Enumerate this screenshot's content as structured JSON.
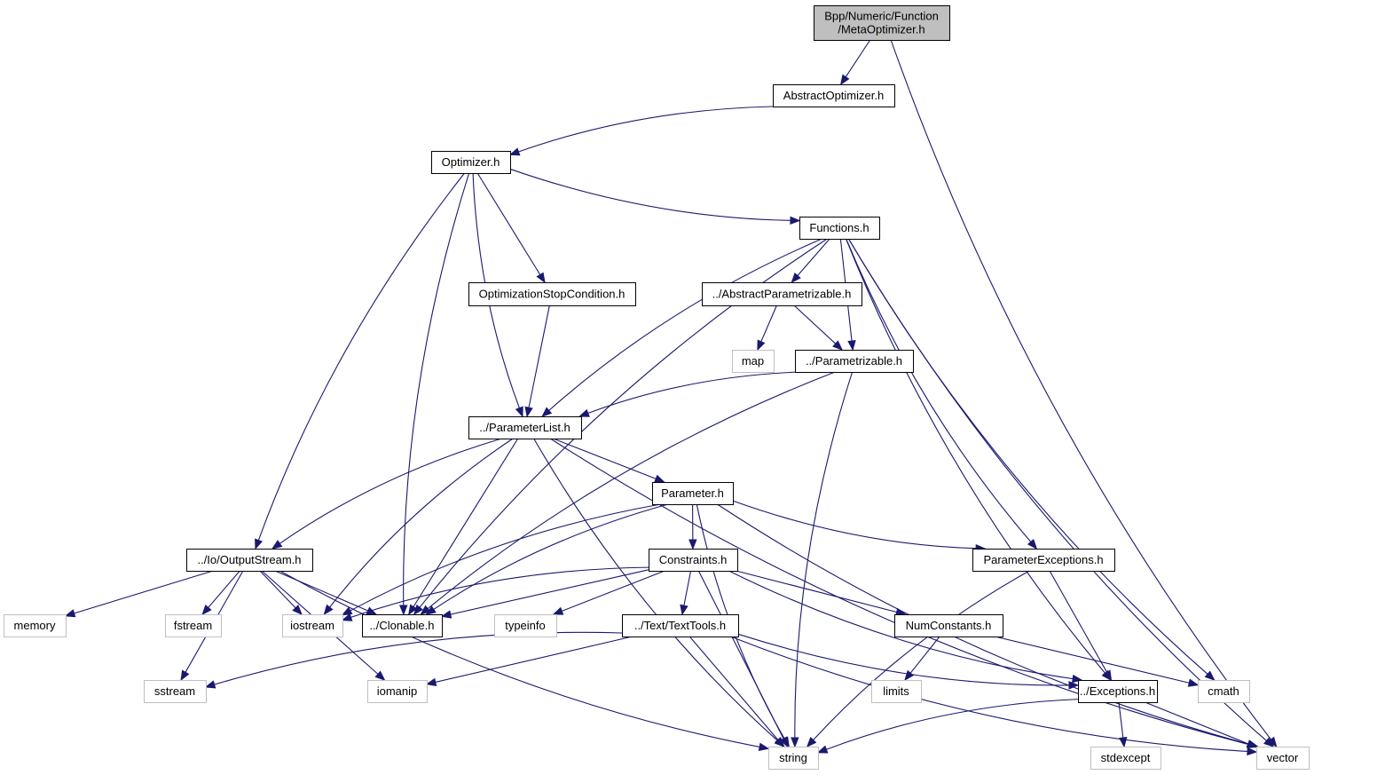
{
  "diagram": {
    "title": "Bpp/Numeric/Function/MetaOptimizer.h",
    "colors": {
      "edge": "#191970",
      "root_fill": "#bfbfbf",
      "documented_border": "#000000",
      "external_border": "#bfbfbf",
      "external_text": "#000000"
    },
    "nodes": [
      {
        "id": "root",
        "label": [
          "Bpp/Numeric/Function",
          "/MetaOptimizer.h"
        ],
        "kind": "root"
      },
      {
        "id": "abstractoptimizer",
        "label": [
          "AbstractOptimizer.h"
        ],
        "kind": "doc"
      },
      {
        "id": "optimizer",
        "label": [
          "Optimizer.h"
        ],
        "kind": "doc"
      },
      {
        "id": "functions",
        "label": [
          "Functions.h"
        ],
        "kind": "doc"
      },
      {
        "id": "optstop",
        "label": [
          "OptimizationStopCondition.h"
        ],
        "kind": "doc"
      },
      {
        "id": "abstractparam",
        "label": [
          "../AbstractParametrizable.h"
        ],
        "kind": "doc"
      },
      {
        "id": "map",
        "label": [
          "map"
        ],
        "kind": "ext"
      },
      {
        "id": "parametrizable",
        "label": [
          "../Parametrizable.h"
        ],
        "kind": "doc"
      },
      {
        "id": "parameterlist",
        "label": [
          "../ParameterList.h"
        ],
        "kind": "doc"
      },
      {
        "id": "parameter",
        "label": [
          "Parameter.h"
        ],
        "kind": "doc"
      },
      {
        "id": "outputstream",
        "label": [
          "../Io/OutputStream.h"
        ],
        "kind": "doc"
      },
      {
        "id": "constraints",
        "label": [
          "Constraints.h"
        ],
        "kind": "doc"
      },
      {
        "id": "paramexceptions",
        "label": [
          "ParameterExceptions.h"
        ],
        "kind": "doc"
      },
      {
        "id": "memory",
        "label": [
          "memory"
        ],
        "kind": "ext"
      },
      {
        "id": "fstream",
        "label": [
          "fstream"
        ],
        "kind": "ext"
      },
      {
        "id": "iostream",
        "label": [
          "iostream"
        ],
        "kind": "ext"
      },
      {
        "id": "clonable",
        "label": [
          "../Clonable.h"
        ],
        "kind": "doc"
      },
      {
        "id": "typeinfo",
        "label": [
          "typeinfo"
        ],
        "kind": "ext"
      },
      {
        "id": "texttools",
        "label": [
          "../Text/TextTools.h"
        ],
        "kind": "doc"
      },
      {
        "id": "numconstants",
        "label": [
          "NumConstants.h"
        ],
        "kind": "doc"
      },
      {
        "id": "sstream",
        "label": [
          "sstream"
        ],
        "kind": "ext"
      },
      {
        "id": "iomanip",
        "label": [
          "iomanip"
        ],
        "kind": "ext"
      },
      {
        "id": "limits",
        "label": [
          "limits"
        ],
        "kind": "ext"
      },
      {
        "id": "exceptions",
        "label": [
          "../Exceptions.h"
        ],
        "kind": "doc"
      },
      {
        "id": "cmath",
        "label": [
          "cmath"
        ],
        "kind": "ext"
      },
      {
        "id": "string",
        "label": [
          "string"
        ],
        "kind": "ext"
      },
      {
        "id": "stdexcept",
        "label": [
          "stdexcept"
        ],
        "kind": "ext"
      },
      {
        "id": "vector",
        "label": [
          "vector"
        ],
        "kind": "ext"
      }
    ],
    "edges": [
      [
        "root",
        "abstractoptimizer"
      ],
      [
        "root",
        "vector"
      ],
      [
        "abstractoptimizer",
        "optimizer"
      ],
      [
        "optimizer",
        "functions"
      ],
      [
        "optimizer",
        "optstop"
      ],
      [
        "optimizer",
        "parameterlist"
      ],
      [
        "optimizer",
        "outputstream"
      ],
      [
        "optimizer",
        "clonable"
      ],
      [
        "functions",
        "abstractparam"
      ],
      [
        "functions",
        "parametrizable"
      ],
      [
        "functions",
        "parameterlist"
      ],
      [
        "functions",
        "clonable"
      ],
      [
        "functions",
        "paramexceptions"
      ],
      [
        "functions",
        "exceptions"
      ],
      [
        "functions",
        "cmath"
      ],
      [
        "functions",
        "vector"
      ],
      [
        "optstop",
        "parameterlist"
      ],
      [
        "abstractparam",
        "map"
      ],
      [
        "abstractparam",
        "parametrizable"
      ],
      [
        "parametrizable",
        "parameterlist"
      ],
      [
        "parametrizable",
        "clonable"
      ],
      [
        "parametrizable",
        "string"
      ],
      [
        "parameterlist",
        "parameter"
      ],
      [
        "parameterlist",
        "outputstream"
      ],
      [
        "parameterlist",
        "iostream"
      ],
      [
        "parameterlist",
        "clonable"
      ],
      [
        "parameterlist",
        "string"
      ],
      [
        "parameterlist",
        "vector"
      ],
      [
        "parameter",
        "constraints"
      ],
      [
        "parameter",
        "paramexceptions"
      ],
      [
        "parameter",
        "iostream"
      ],
      [
        "parameter",
        "clonable"
      ],
      [
        "parameter",
        "string"
      ],
      [
        "parameter",
        "vector"
      ],
      [
        "outputstream",
        "memory"
      ],
      [
        "outputstream",
        "fstream"
      ],
      [
        "outputstream",
        "iostream"
      ],
      [
        "outputstream",
        "clonable"
      ],
      [
        "outputstream",
        "sstream"
      ],
      [
        "outputstream",
        "iomanip"
      ],
      [
        "outputstream",
        "string"
      ],
      [
        "constraints",
        "texttools"
      ],
      [
        "constraints",
        "numconstants"
      ],
      [
        "constraints",
        "iostream"
      ],
      [
        "constraints",
        "clonable"
      ],
      [
        "constraints",
        "typeinfo"
      ],
      [
        "constraints",
        "exceptions"
      ],
      [
        "constraints",
        "string"
      ],
      [
        "paramexceptions",
        "exceptions"
      ],
      [
        "paramexceptions",
        "string"
      ],
      [
        "texttools",
        "sstream"
      ],
      [
        "texttools",
        "iomanip"
      ],
      [
        "texttools",
        "exceptions"
      ],
      [
        "texttools",
        "string"
      ],
      [
        "texttools",
        "vector"
      ],
      [
        "numconstants",
        "limits"
      ],
      [
        "numconstants",
        "cmath"
      ],
      [
        "exceptions",
        "stdexcept"
      ],
      [
        "exceptions",
        "string"
      ],
      [
        "exceptions",
        "vector"
      ]
    ]
  }
}
